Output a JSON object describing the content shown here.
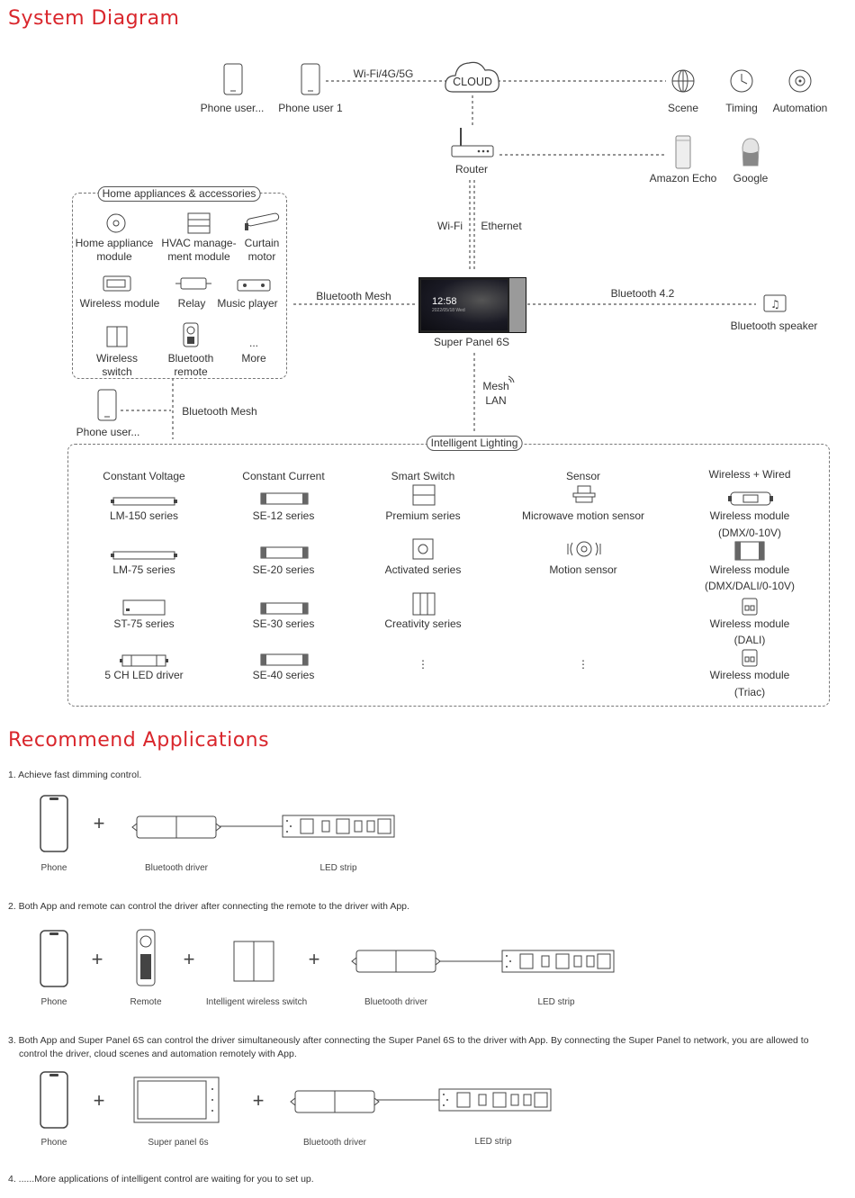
{
  "titles": {
    "system": "System Diagram",
    "recommend": "Recommend Applications"
  },
  "top": {
    "phone_user_a": "Phone user...",
    "phone_user_1": "Phone user 1",
    "wifi_link": "Wi-Fi/4G/5G",
    "cloud": "CLOUD",
    "scene": "Scene",
    "timing": "Timing",
    "automation": "Automation",
    "router": "Router",
    "amazon": "Amazon Echo",
    "google": "Google",
    "wifi": "Wi-Fi",
    "ethernet": "Ethernet"
  },
  "home": {
    "title": "Home appliances & accessories",
    "items": [
      "Home appliance module",
      "HVAC manage- ment  module",
      "Curtain motor",
      "Wireless module",
      "Relay",
      "Music player",
      "Wireless switch",
      "Bluetooth remote",
      "...",
      "More"
    ]
  },
  "center": {
    "bt_mesh_left": "Bluetooth Mesh",
    "bt42": "Bluetooth 4.2",
    "bt_speaker": "Bluetooth speaker",
    "panel_name": "Super Panel 6S",
    "panel_time": "12:58",
    "panel_date": "2022/05/18 Wed",
    "mesh": "Mesh",
    "lan": "LAN",
    "phone_user_b": "Phone user...",
    "bt_mesh_phone": "Bluetooth Mesh"
  },
  "lighting": {
    "title": "Intelligent Lighting",
    "columns": [
      {
        "head": "Constant Voltage",
        "items": [
          "LM-150 series",
          "LM-75 series",
          "ST-75 series",
          "5 CH LED driver"
        ]
      },
      {
        "head": "Constant Current",
        "items": [
          "SE-12 series",
          "SE-20 series",
          "SE-30 series",
          "SE-40 series"
        ]
      },
      {
        "head": "Smart Switch",
        "items": [
          "Premium series",
          "Activated series",
          "Creativity series",
          "⋮"
        ]
      },
      {
        "head": "Sensor",
        "items": [
          "Microwave motion sensor",
          "Motion sensor",
          "⋮"
        ]
      },
      {
        "head": "Wireless + Wired",
        "items": [
          "Wireless module",
          "(DMX/0-10V)",
          "Wireless module",
          "(DMX/DALI/0-10V)",
          "Wireless module",
          "(DALI)",
          "Wireless module",
          "(Triac)"
        ]
      }
    ]
  },
  "apps": {
    "s1": "1. Achieve fast dimming control.",
    "s1_labels": [
      "Phone",
      "Bluetooth driver",
      "LED strip"
    ],
    "s2": "2. Both App and remote can control the driver after connecting the remote to the driver with App.",
    "s2_labels": [
      "Phone",
      "Remote",
      "Intelligent wireless switch",
      "Bluetooth driver",
      "LED strip"
    ],
    "s3a": "3. Both App and Super Panel 6S can control the driver simultaneously after connecting the Super Panel 6S to the driver with App. By connecting the Super Panel to network, you are allowed to",
    "s3b": "control the driver, cloud scenes and automation remotely with App.",
    "s3_labels": [
      "Phone",
      "Super panel 6s",
      "Bluetooth driver",
      "LED strip"
    ],
    "s4": "4. ......More applications of intelligent control are waiting for you to set up.",
    "plus": "+"
  }
}
